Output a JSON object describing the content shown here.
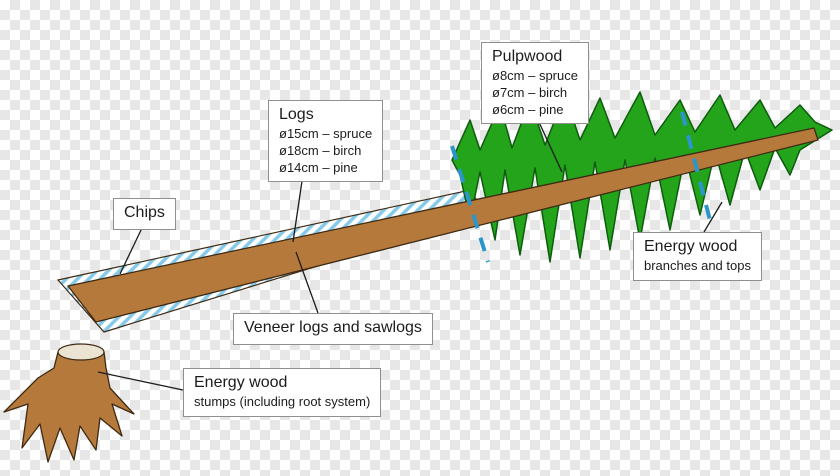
{
  "diagram": {
    "labels": {
      "pulpwood": {
        "title": "Pulpwood",
        "lines": [
          "ø8cm – spruce",
          "ø7cm – birch",
          "ø6cm – pine"
        ]
      },
      "logs": {
        "title": "Logs",
        "lines": [
          "ø15cm – spruce",
          "ø18cm – birch",
          "ø14cm – pine"
        ]
      },
      "chips": {
        "title": "Chips"
      },
      "veneer": {
        "title": "Veneer logs and sawlogs"
      },
      "energy_branches": {
        "title": "Energy wood",
        "subtitle": "branches and tops"
      },
      "energy_stumps": {
        "title": "Energy wood",
        "subtitle": "stumps (including root system)"
      }
    },
    "colors": {
      "trunk": "#b5793c",
      "trunk_outline": "#3f2a12",
      "crown": "#23a41a",
      "crown_outline": "#0e5c0e",
      "hatch_stripe": "#85c9e8",
      "cut_line": "#2b96cc",
      "connector": "#1c1c1c",
      "stump_cut": "#ece4d2",
      "checker": "#e7e7e7"
    }
  }
}
